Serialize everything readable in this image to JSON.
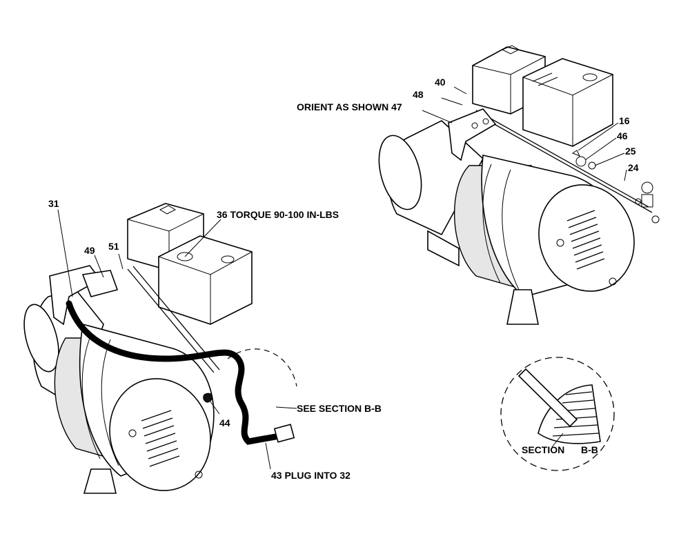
{
  "callouts": {
    "c40": "40",
    "c48": "48",
    "c47": "ORIENT AS SHOWN 47",
    "c16": "16",
    "c46": "46",
    "c25": "25",
    "c24": "24",
    "c31": "31",
    "c36": "36 TORQUE 90-100 IN-LBS",
    "c49": "49",
    "c51": "51",
    "c44": "44",
    "cSee": "SEE SECTION B-B",
    "c43": "43 PLUG INTO 32",
    "section_title": "SECTION",
    "section_id": "B-B"
  }
}
